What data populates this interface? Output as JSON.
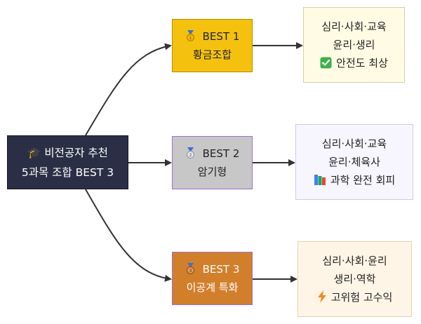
{
  "root": {
    "lines": [
      "🎓 비전공자 추천",
      "5과목 조합 BEST 3"
    ]
  },
  "tiers": [
    {
      "icon": "gold-medal-icon",
      "rank": "BEST 1",
      "name": "황금조합",
      "medal_color": "#f2b705"
    },
    {
      "icon": "silver-medal-icon",
      "rank": "BEST 2",
      "name": "암기형",
      "medal_color": "#bfc3c9"
    },
    {
      "icon": "bronze-medal-icon",
      "rank": "BEST 3",
      "name": "이공계 특화",
      "medal_color": "#c8782e"
    }
  ],
  "details": [
    {
      "lines": [
        "심리·사회·교육",
        "윤리·생리"
      ],
      "note_icon": "check-mark-icon",
      "note": "안전도 최상"
    },
    {
      "lines": [
        "심리·사회·교육",
        "윤리·체육사"
      ],
      "note_icon": "books-icon",
      "note": "과학 완전 회피"
    },
    {
      "lines": [
        "심리·사회·윤리",
        "생리·역학"
      ],
      "note_icon": "lightning-icon",
      "note": "고위험 고수익"
    }
  ]
}
